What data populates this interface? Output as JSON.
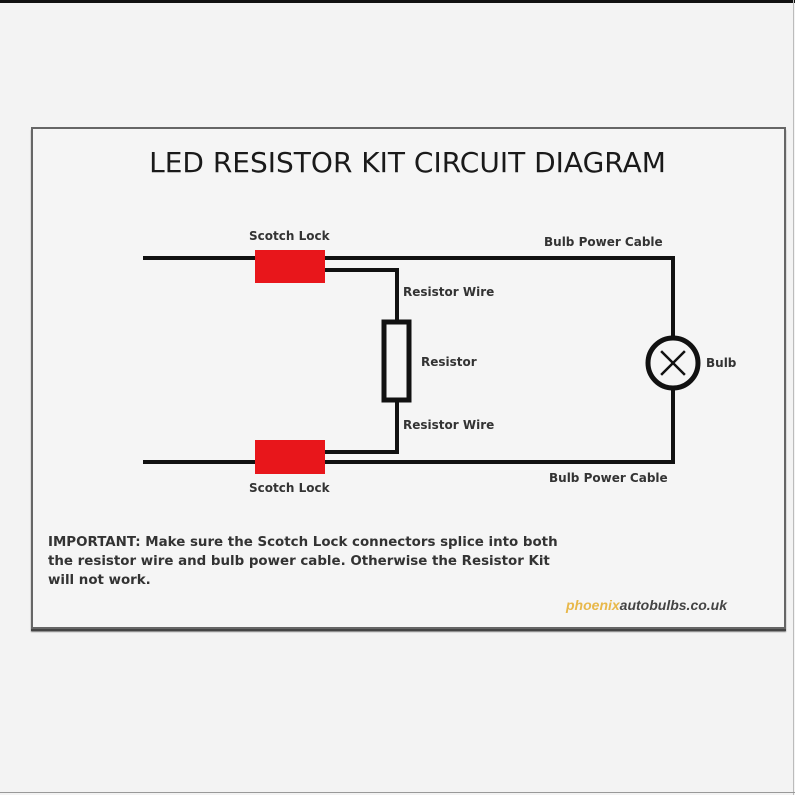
{
  "diagram": {
    "title": "LED RESISTOR KIT CIRCUIT DIAGRAM",
    "labels": {
      "scotch_lock_top": "Scotch Lock",
      "scotch_lock_bottom": "Scotch Lock",
      "bulb_power_cable_top": "Bulb Power Cable",
      "bulb_power_cable_bottom": "Bulb Power Cable",
      "resistor_wire_top": "Resistor Wire",
      "resistor_wire_bottom": "Resistor Wire",
      "resistor": "Resistor",
      "bulb": "Bulb"
    },
    "components": [
      {
        "id": "scotch-lock-top",
        "type": "scotch-lock",
        "color": "#e8161b"
      },
      {
        "id": "scotch-lock-bottom",
        "type": "scotch-lock",
        "color": "#e8161b"
      },
      {
        "id": "resistor",
        "type": "resistor"
      },
      {
        "id": "bulb",
        "type": "lamp",
        "icon": "bulb-x-icon"
      }
    ],
    "connections": [
      [
        "power-in-top",
        "scotch-lock-top"
      ],
      [
        "scotch-lock-top",
        "bulb"
      ],
      [
        "scotch-lock-top",
        "resistor"
      ],
      [
        "resistor",
        "scotch-lock-bottom"
      ],
      [
        "power-in-bottom",
        "scotch-lock-bottom"
      ],
      [
        "scotch-lock-bottom",
        "bulb"
      ]
    ],
    "note": "IMPORTANT: Make sure the Scotch Lock connectors splice into both the resistor wire and bulb power cable.  Otherwise the Resistor Kit will not work.",
    "brand": {
      "part1": "phoenix",
      "part2": "autobulbs.co.uk",
      "part1_color": "#e8b84a",
      "part2_color": "#444444"
    },
    "colors": {
      "wire": "#111111",
      "scotch_lock": "#e8161b",
      "text": "#333333"
    }
  }
}
